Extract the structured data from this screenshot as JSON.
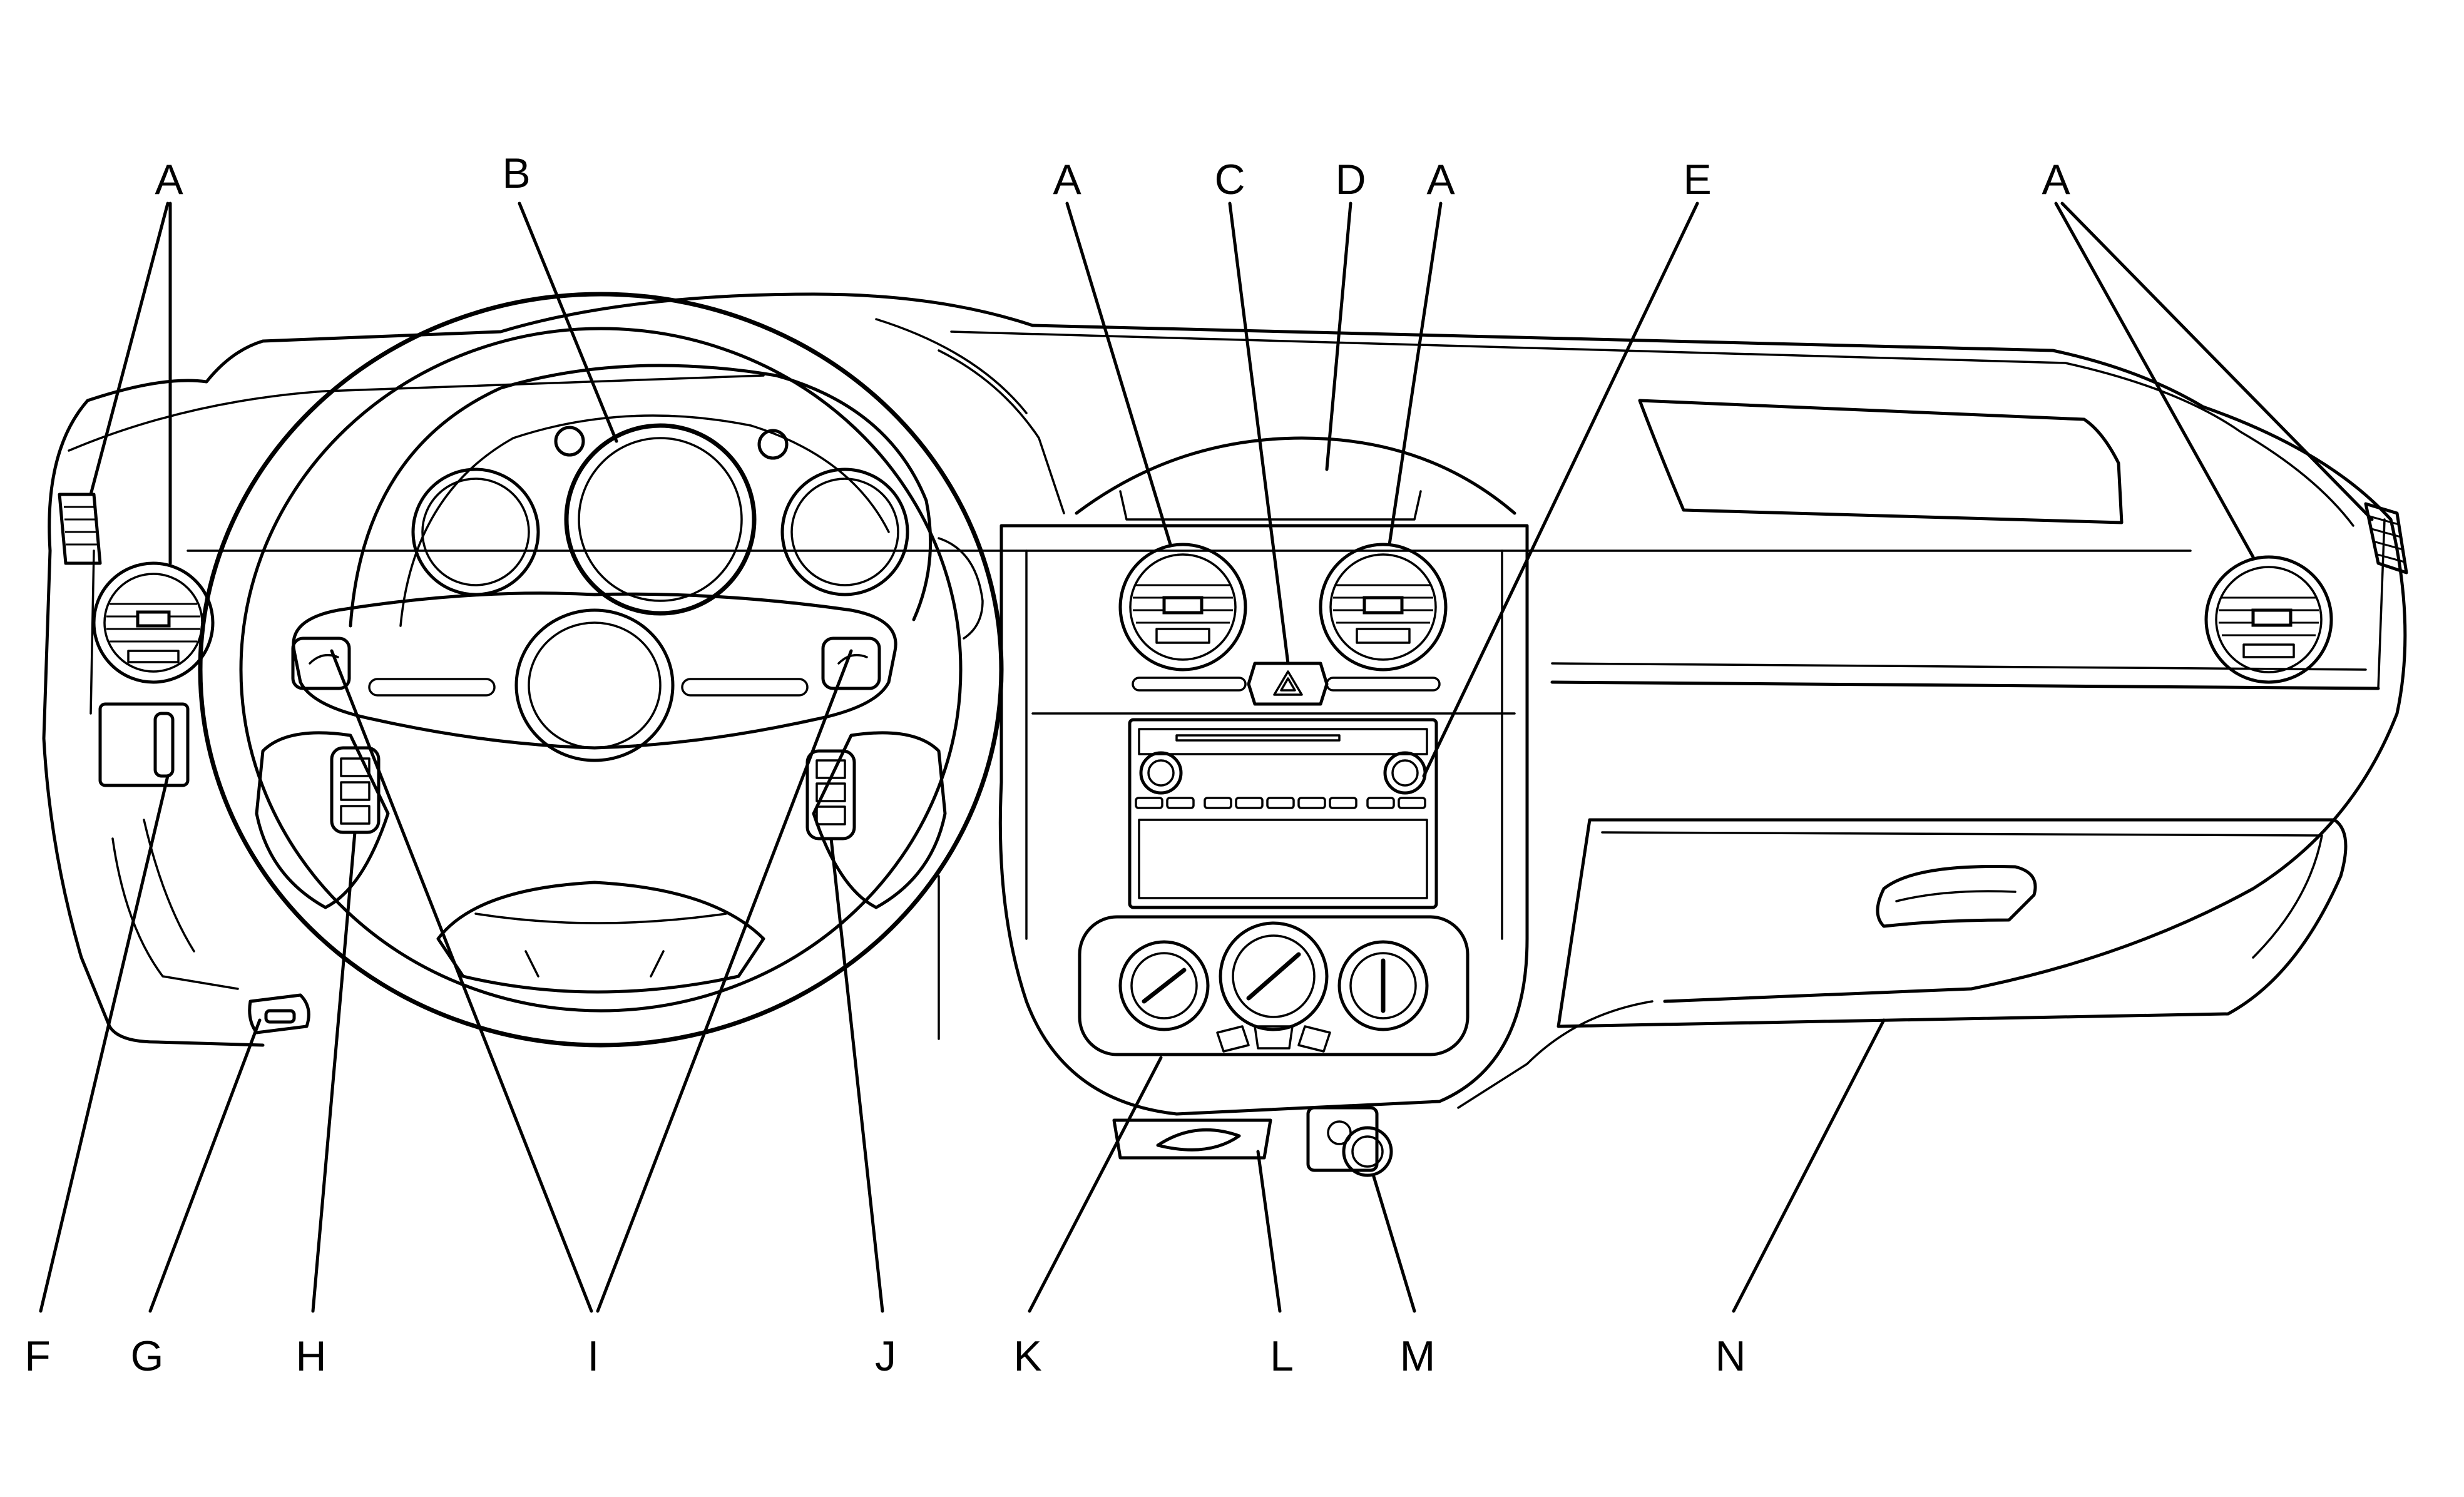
{
  "labels": {
    "a_left": "A",
    "b": "B",
    "a_center_left": "A",
    "c": "C",
    "d": "D",
    "a_center_right": "A",
    "e": "E",
    "a_right": "A",
    "f": "F",
    "g": "G",
    "h": "H",
    "i": "I",
    "j": "J",
    "k": "K",
    "l": "L",
    "m": "M",
    "n": "N"
  }
}
